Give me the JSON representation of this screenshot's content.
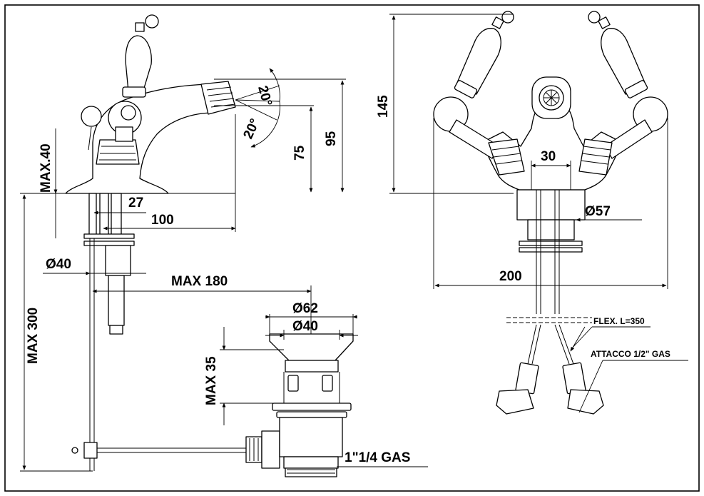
{
  "dimensions": {
    "max40": "MAX.40",
    "d27": "27",
    "d100": "100",
    "angle_top": "20°",
    "angle_bottom": "20°",
    "d75": "75",
    "d95": "95",
    "d145": "145",
    "d30": "30",
    "dia57": "Ø57",
    "d200": "200",
    "dia40_top": "Ø40",
    "max180": "MAX 180",
    "max300": "MAX 300",
    "dia62": "Ø62",
    "dia40_waste": "Ø40",
    "max35": "MAX 35",
    "gas": "1\"1/4 GAS"
  },
  "notes": {
    "flex": "FLEX. L=350",
    "attacco": "ATTACCO 1/2\" GAS"
  }
}
